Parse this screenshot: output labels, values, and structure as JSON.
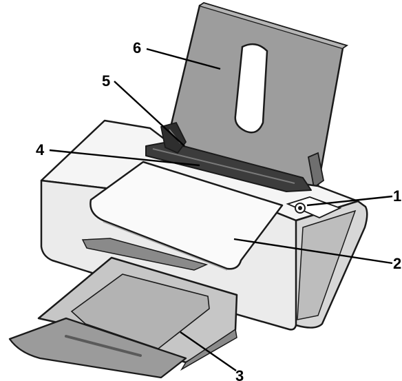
{
  "callouts": [
    {
      "number": "1",
      "part": "power-button"
    },
    {
      "number": "2",
      "part": "top-cover"
    },
    {
      "number": "3",
      "part": "paper-exit-tray"
    },
    {
      "number": "4",
      "part": "paper-feed-guard"
    },
    {
      "number": "5",
      "part": "paper-guide"
    },
    {
      "number": "6",
      "part": "paper-support"
    }
  ],
  "colors": {
    "body": "#f1f1f1",
    "body_shadow": "#c9c9c9",
    "trays": "#9a9a9a",
    "dark_trim": "#3a3a3a",
    "outline": "#1a1a1a"
  }
}
